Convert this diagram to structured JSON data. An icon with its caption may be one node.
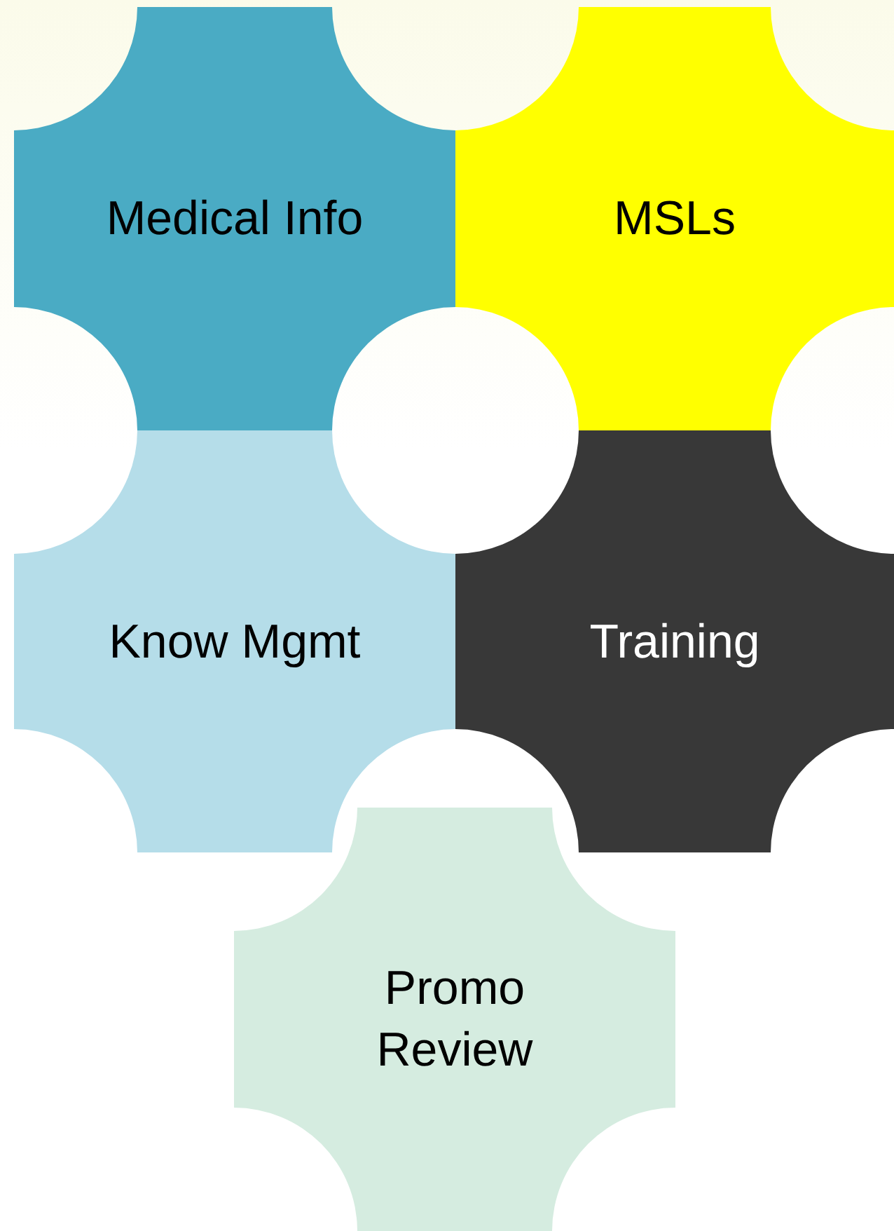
{
  "diagram": {
    "nodes": [
      {
        "text": [
          "Medical Info"
        ]
      },
      {
        "text": [
          "MSLs"
        ]
      },
      {
        "text": [
          "Know Mgmt"
        ]
      },
      {
        "text": [
          "Training"
        ]
      },
      {
        "text": [
          "Promo Review"
        ]
      }
    ]
  }
}
